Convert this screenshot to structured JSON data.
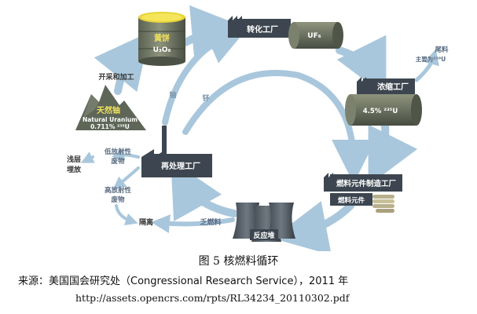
{
  "nodes": {
    "yellowcake": {
      "label": "黄饼",
      "formula": "U₃O₈"
    },
    "conversion": {
      "label": "转化工厂"
    },
    "uf6": {
      "formula": "UF₆"
    },
    "tails": {
      "label": "尾料",
      "sub": "主要为²³⁸U"
    },
    "enrichment": {
      "label": "浓缩工厂",
      "percent": "4.5% ²³⁵U"
    },
    "fuel_fab": {
      "label": "燃料元件制造工厂",
      "rods": "燃料元件"
    },
    "reactor": {
      "label": "反应堆"
    },
    "spent_fuel": {
      "label": "乏燃料"
    },
    "reprocessing": {
      "label": "再处理工厂"
    },
    "natural_uranium": {
      "label": "天然铀",
      "en": "Natural Uranium",
      "percent": "0.711% ²³⁵U"
    },
    "mining": {
      "label": "开采和加工"
    },
    "shallow": {
      "line1": "浅层",
      "line2": "埋放"
    },
    "low_waste": {
      "line1": "低放射性",
      "line2": "废物"
    },
    "high_waste": {
      "line1": "高放射性",
      "line2": "废物"
    },
    "isolation": {
      "label": "隔离"
    },
    "uranium": {
      "label": "铀"
    },
    "plutonium": {
      "label": "钚"
    }
  },
  "caption": "图 5  核燃料循环",
  "source": "来源：美国国会研究处（Congressional Research Service），2011 年",
  "url": "http://assets.opencrs.com/rpts/RL34234_20110302.pdf",
  "colors": {
    "arrow": "#a9c7dc",
    "factory": "#3d4650",
    "tank": "#6f7560",
    "yellow": "#f1e04a",
    "mountain": "#5e6658"
  }
}
